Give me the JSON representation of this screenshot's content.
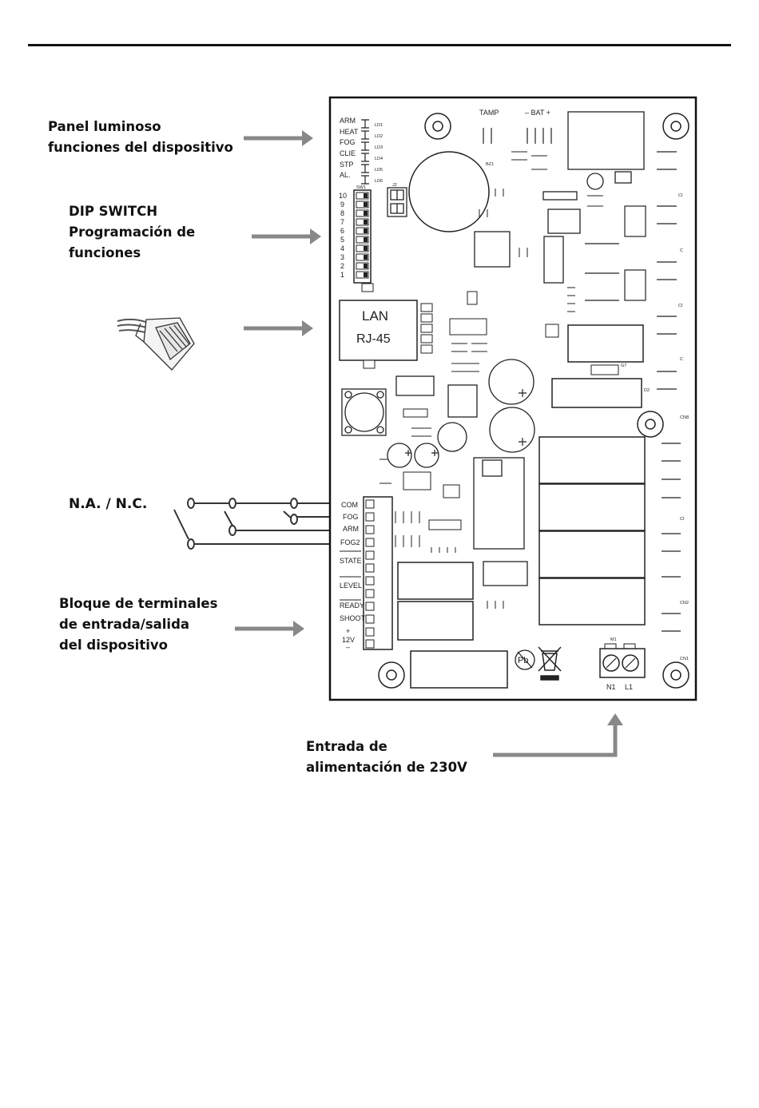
{
  "callouts": {
    "panel": [
      "Panel luminoso",
      "funciones del dispositivo"
    ],
    "dip": [
      "DIP SWITCH",
      "Programación de",
      "funciones"
    ],
    "nanc": "N.A. / N.C.",
    "terminals": [
      "Bloque de terminales",
      "de entrada/salida",
      "del dispositivo"
    ],
    "power": [
      "Entrada de",
      "alimentación de 230V"
    ]
  },
  "board": {
    "led_labels": [
      "ARM",
      "HEAT",
      "FOG",
      "CLIE",
      "STP",
      "AL."
    ],
    "led_refs": [
      "LD1",
      "LD2",
      "LD3",
      "LD4",
      "LD5",
      "LD6"
    ],
    "sw_ref": "SW1",
    "dip_numbers": [
      "10",
      "9",
      "8",
      "7",
      "6",
      "5",
      "4",
      "3",
      "2",
      "1"
    ],
    "j2": "J2",
    "bz1": "BZ1",
    "tamp": "TAMP",
    "bat": "– BAT +",
    "lan": "LAN",
    "rj45": "RJ-45",
    "terminal_labels": [
      "COM",
      "FOG",
      "ARM",
      "FOG2",
      "STATE",
      "LEVEL",
      "READY",
      "SHOOT",
      "+",
      "12V",
      "–"
    ],
    "m1": "M1",
    "n1": "N1",
    "l1": "L1",
    "right_refs": [
      "CI",
      "C",
      "CI",
      "C",
      "CN8",
      "CI",
      "CN2",
      "CN1"
    ],
    "g7": "G7",
    "d2": "D2",
    "pb": "Pb"
  }
}
